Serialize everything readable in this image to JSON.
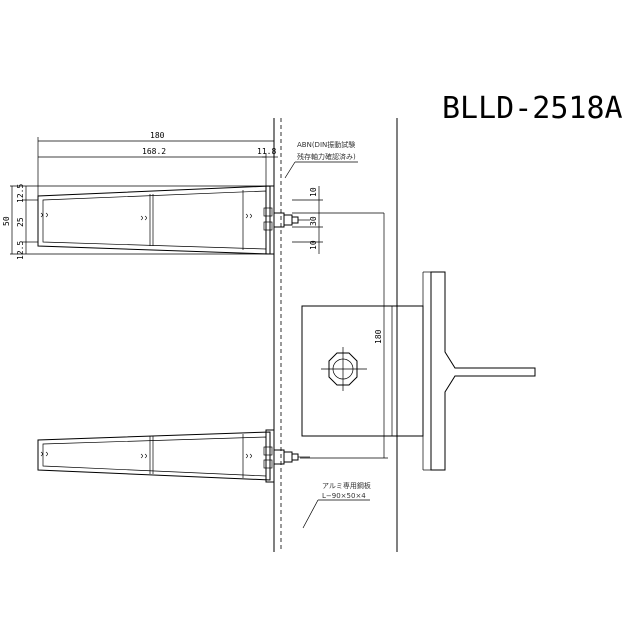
{
  "title": "BLLD-2518A",
  "dimensions": {
    "overall_length": "180",
    "inner_length": "168.2",
    "end_offset": "11.8",
    "height_total": "50",
    "height_top": "12.5",
    "height_mid": "25",
    "height_bottom": "12.5",
    "right_top": "10",
    "right_mid": "30",
    "right_bottom": "10",
    "bracket_height": "180"
  },
  "notes": {
    "abn_line1": "ABN(DIN振動試験",
    "abn_line2": "残存軸力確認済み)",
    "angle_line1": "アルミ専用鋼板",
    "angle_line2": "L−90×50×4"
  }
}
